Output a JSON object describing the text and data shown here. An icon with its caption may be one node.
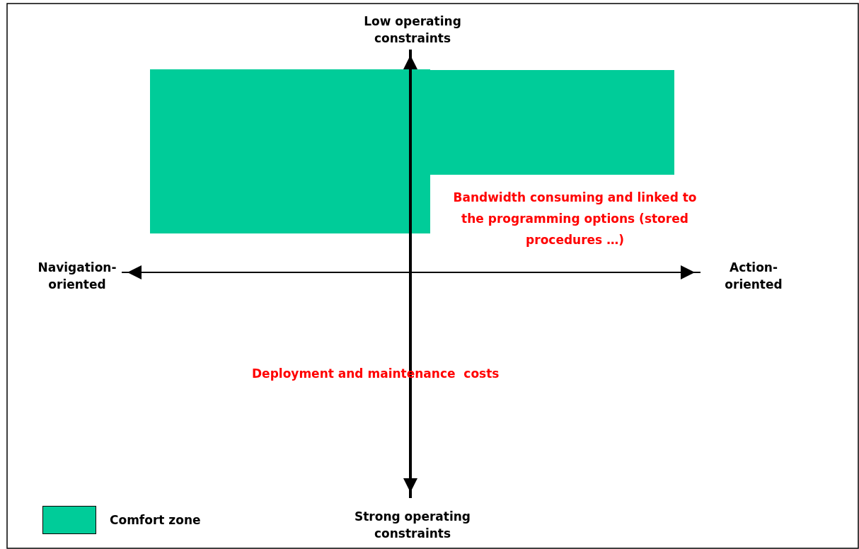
{
  "diagram": {
    "nodes": [
      {
        "text": [],
        "shape": "box"
      }
    ],
    "labels": [
      "Low operating constraints",
      "Bandwidth consuming  and linked to the programming options (stored procedures …)",
      "Navigation-oriented",
      "Action-oriented",
      "Deployment and maintenance  costs",
      "Strong operating constraints"
    ],
    "legend": [
      {
        "text": "Comfort zone",
        "color": "#00cc99"
      }
    ]
  }
}
